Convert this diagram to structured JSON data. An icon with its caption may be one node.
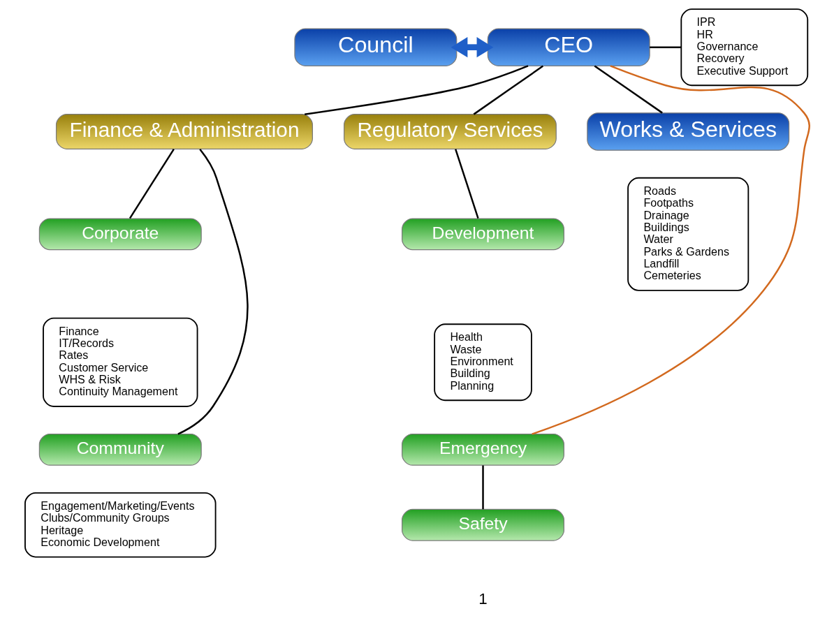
{
  "diagram": {
    "nodes": [
      {
        "text": [
          "Council"
        ]
      },
      {
        "text": [
          "CEO"
        ]
      },
      {
        "text": [
          "IPR",
          "HR",
          "Governance",
          "Recovery",
          "Executive Support"
        ]
      },
      {
        "text": [
          "Finance & Administration"
        ]
      },
      {
        "text": [
          "Regulatory Services"
        ]
      },
      {
        "text": [
          "Works & Services"
        ]
      },
      {
        "text": [
          "Corporate"
        ]
      },
      {
        "text": [
          "Finance",
          "IT/Records",
          "Rates",
          "Customer Service",
          "WHS & Risk",
          "Continuity Management"
        ]
      },
      {
        "text": [
          "Community"
        ]
      },
      {
        "text": [
          "Engagement/Marketing/Events",
          "Clubs/Community Groups",
          "Heritage",
          "Economic Development"
        ]
      },
      {
        "text": [
          "Development"
        ]
      },
      {
        "text": [
          "Health",
          "Waste",
          "Environment",
          "Building",
          "Planning"
        ]
      },
      {
        "text": [
          "Emergency"
        ]
      },
      {
        "text": [
          "Safety"
        ]
      },
      {
        "text": [
          "Roads",
          "Footpaths",
          "Drainage",
          "Buildings",
          "Water",
          "Parks & Gardens",
          "Landfill",
          "Cemeteries"
        ]
      }
    ],
    "edges": [
      {
        "from": 0,
        "to": 1,
        "arrow": "both",
        "style": "thick",
        "color": "#1f5fc8"
      },
      {
        "from": 1,
        "to": 2,
        "arrow": "none"
      },
      {
        "from": 1,
        "to": 3,
        "arrow": "none"
      },
      {
        "from": 1,
        "to": 4,
        "arrow": "none"
      },
      {
        "from": 1,
        "to": 5,
        "arrow": "none"
      },
      {
        "from": 1,
        "to": 12,
        "arrow": "none",
        "color": "#d2691e"
      },
      {
        "from": 3,
        "to": 6,
        "arrow": "none"
      },
      {
        "from": 3,
        "to": 8,
        "arrow": "none"
      },
      {
        "from": 4,
        "to": 10,
        "arrow": "none"
      },
      {
        "from": 12,
        "to": 13,
        "arrow": "none"
      }
    ],
    "labels": [
      "1"
    ]
  }
}
